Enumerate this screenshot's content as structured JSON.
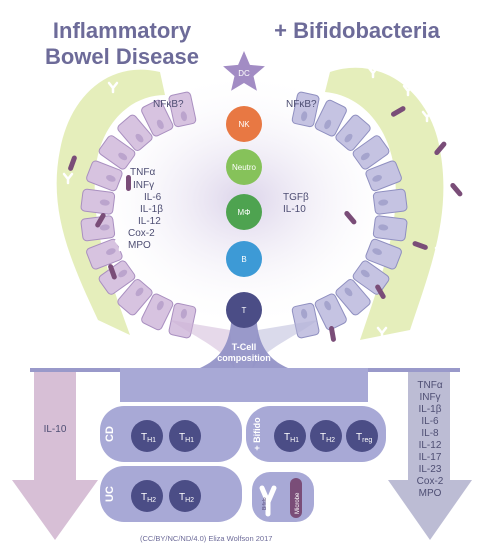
{
  "title_left_line1": "Inflammatory",
  "title_left_line2": "Bowel Disease",
  "title_right": "+ Bifidobacteria",
  "nfkb_left": "NFκB?",
  "nfkb_right": "NFκB?",
  "cytokines_left": [
    "TNFα",
    "INFγ",
    "IL-6",
    "IL-1β",
    "IL-12",
    "Cox-2",
    "MPO"
  ],
  "cytokines_right": [
    "TGFβ",
    "IL-10"
  ],
  "immune_cells": {
    "dc": "DC",
    "nk": "NK",
    "neutro": "Neutro",
    "mphi": "MΦ",
    "b": "B",
    "t": "T"
  },
  "tcell_composition_line1": "T-Cell",
  "tcell_composition_line2": "composition",
  "left_arrow_label": "IL-10",
  "right_arrow_labels": [
    "TNFα",
    "INFγ",
    "IL-1β",
    "IL-6",
    "IL-8",
    "IL-12",
    "IL-17",
    "IL-23",
    "Cox-2",
    "MPO"
  ],
  "groups": {
    "cd": {
      "label": "CD",
      "cells": [
        {
          "main": "T",
          "sub": "H1"
        },
        {
          "main": "T",
          "sub": "H1"
        }
      ]
    },
    "uc": {
      "label": "UC",
      "cells": [
        {
          "main": "T",
          "sub": "H2"
        },
        {
          "main": "T",
          "sub": "H2"
        }
      ]
    },
    "bifido": {
      "label": "+ Bifido",
      "cells": [
        {
          "main": "T",
          "sub": "H1"
        },
        {
          "main": "T",
          "sub": "H2"
        },
        {
          "main": "T",
          "sub": "reg"
        }
      ]
    }
  },
  "legend_bifido": "Bifido",
  "legend_microbe": "Microbe",
  "credit": "(CC/BY/NC/ND/4.0) Eliza Wolfson 2017",
  "colors": {
    "title": "#6d6b99",
    "epithelium": "#c8bfdc",
    "mucus": "#e2ecb4",
    "tcell_area": "#8e8ec4",
    "arrow_down_left": "#d7bfd6",
    "arrow_down_right": "#bcbcd4",
    "dc": "#a28cc4",
    "nk": "#e87843",
    "neutro": "#86c25a",
    "mphi": "#4ea350",
    "b": "#3d9ad6",
    "t": "#4b4d86",
    "microbe": "#7a4d78"
  }
}
